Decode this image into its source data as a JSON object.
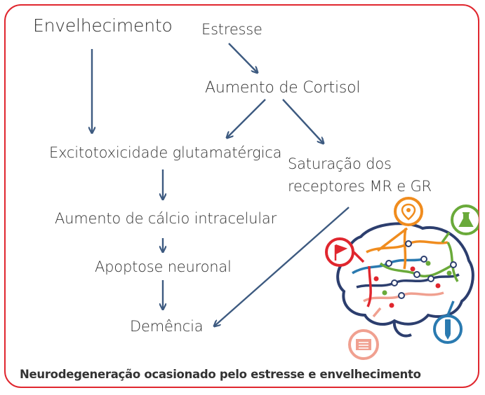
{
  "nodes": {
    "envelhecimento": "Envelhecimento",
    "estresse": "Estresse",
    "aumento_cortisol": "Aumento de Cortisol",
    "excitotoxicidade": "Excitotoxicidade glutamatérgica",
    "saturacao_line1": "Saturação dos",
    "saturacao_line2": "receptores MR e GR",
    "aumento_calcio": "Aumento  de cálcio intracelular",
    "apoptose": "Apoptose neuronal",
    "demencia": "Demência"
  },
  "caption": "Neurodegeneração ocasionado pelo estresse e envelhecimento",
  "colors": {
    "frame": "#e0262e",
    "arrow": "#3d5a80",
    "text": "#333333",
    "brain_blue": "#2a7ab0",
    "brain_green": "#6aaa3a",
    "brain_orange": "#f08c1e",
    "brain_red": "#e0262e",
    "brain_pink": "#f0a090",
    "brain_navy": "#2c3e6e"
  },
  "icons": [
    "flag-icon",
    "map-pin-icon",
    "flask-icon",
    "pencil-icon",
    "book-icon"
  ]
}
